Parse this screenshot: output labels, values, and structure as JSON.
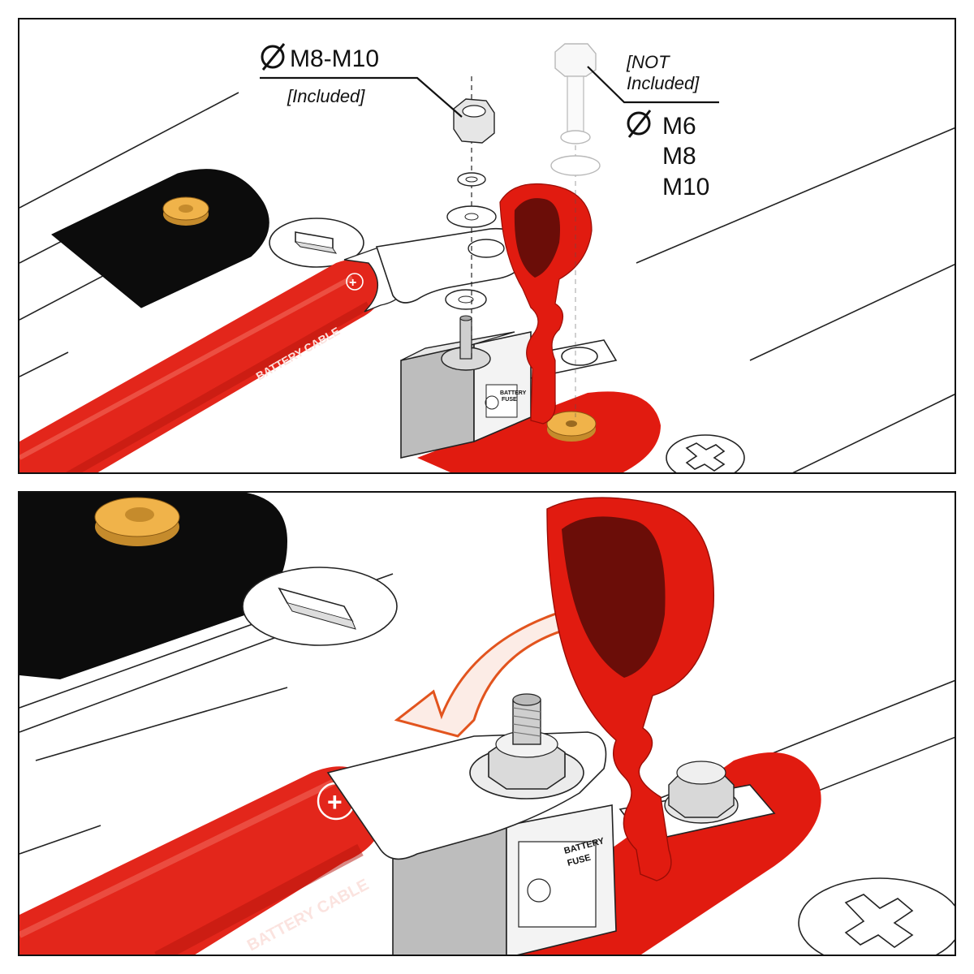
{
  "top_panel": {
    "included_size": "M8-M10",
    "included_note": "[Included]",
    "not_included_note_line1": "[NOT",
    "not_included_note_line2": "Included]",
    "not_included_sizes": [
      "M6",
      "M8",
      "M10"
    ],
    "diameter_symbol": "Ø",
    "cable_label": "BATTERY CABLE",
    "fuse_label_line1": "BATTERY",
    "fuse_label_line2": "FUSE",
    "plus_sign": "+"
  },
  "bottom_panel": {
    "cable_label": "BATTERY CABLE",
    "fuse_label_line1": "BATTERY",
    "fuse_label_line2": "FUSE",
    "plus_sign": "+"
  },
  "colors": {
    "cable_red": "#e3261b",
    "cable_dark_red": "#b5140c",
    "terminal_red": "#e11b10",
    "washer_orange": "#f0b34a",
    "battery_black": "#0c0c0c",
    "fuse_gray": "#bdbdbd",
    "arrow_orange": "#e2541e"
  },
  "icons": [
    "minus-terminal-icon",
    "plus-terminal-icon",
    "hex-nut-icon",
    "bolt-icon",
    "curved-arrow-icon",
    "fuse-logo-icon"
  ]
}
